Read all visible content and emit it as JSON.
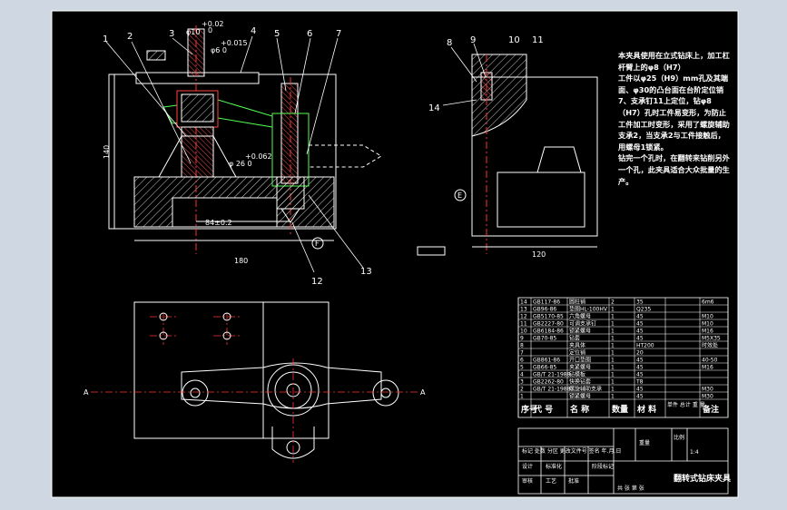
{
  "drawing": {
    "part_numbers_top": [
      "1",
      "2",
      "3",
      "4",
      "5",
      "6",
      "7"
    ],
    "part_numbers_right": [
      "8",
      "9",
      "10",
      "11"
    ],
    "part_numbers_bottom": [
      "12",
      "13"
    ],
    "part_number_left": "14",
    "dims": {
      "tol_top": "+0.02",
      "tol_top_zero": "0",
      "phi10": "φ10",
      "tol_015": "+0.015",
      "phi6_zero": "φ6 0",
      "height_140": "140",
      "tol_062": "+0.062",
      "phi26": "φ 26 0",
      "dim_84": "84±0.2",
      "dim_180": "180",
      "dim_120": "120",
      "datum_e": "E",
      "datum_f": "F",
      "section_a_left": "A",
      "section_a_right": "A"
    },
    "note_text": "本夹具使用在立式钻床上，加工杠杆臂上的φ8（H7）\n工件以φ25（H9）mm孔及其端面、φ30的凸台面在台阶定位销7、支承钉11上定位，钻φ8（H7）孔时工件易变形，为防止工件加工时变形，采用了螺旋辅助支承2，当支承2与工件接触后，用螺母1锁紧。\n钻完一个孔时，在翻转来钻削另外一个孔，此夹具适合大众批量的生产。"
  },
  "bom": {
    "rows": [
      {
        "no": "14",
        "code": "GB117-86",
        "name": "圆柱销",
        "qty": "2",
        "mat": "35",
        "note": "6m6"
      },
      {
        "no": "13",
        "code": "GB96-86",
        "name": "垫圈HL-100HV",
        "qty": "1",
        "mat": "Q235",
        "note": ""
      },
      {
        "no": "12",
        "code": "GB5170-85",
        "name": "六角螺母",
        "qty": "1",
        "mat": "45",
        "note": "M10"
      },
      {
        "no": "11",
        "code": "GB2227-80",
        "name": "可调支承钉",
        "qty": "1",
        "mat": "45",
        "note": "M10"
      },
      {
        "no": "10",
        "code": "GB6184-86",
        "name": "锁紧螺母",
        "qty": "1",
        "mat": "45",
        "note": "M16"
      },
      {
        "no": "9",
        "code": "GB70-85",
        "name": "钻套",
        "qty": "1",
        "mat": "45",
        "note": "M5X35"
      },
      {
        "no": "8",
        "code": "",
        "name": "夹具体",
        "qty": "1",
        "mat": "HT200",
        "note": "时效处"
      },
      {
        "no": "7",
        "code": "",
        "name": "定位销",
        "qty": "1",
        "mat": "20",
        "note": ""
      },
      {
        "no": "6",
        "code": "GB861-86",
        "name": "开口垫圈",
        "qty": "1",
        "mat": "45",
        "note": "40-50"
      },
      {
        "no": "5",
        "code": "GB66-85",
        "name": "夹紧螺母",
        "qty": "1",
        "mat": "45",
        "note": "M16"
      },
      {
        "no": "4",
        "code": "GB/T 21-1988",
        "name": "钻模板",
        "qty": "1",
        "mat": "45",
        "note": ""
      },
      {
        "no": "3",
        "code": "GB2262-80",
        "name": "快换钻套",
        "qty": "1",
        "mat": "T8",
        "note": ""
      },
      {
        "no": "2",
        "code": "GB/T 21-1988",
        "name": "螺旋辅助支承",
        "qty": "1",
        "mat": "45",
        "note": "M30"
      },
      {
        "no": "1",
        "code": "",
        "name": "锁紧螺母",
        "qty": "1",
        "mat": "45",
        "note": "M30"
      }
    ],
    "header": {
      "no": "序号",
      "code": "代  号",
      "name": "名  称",
      "qty": "数量",
      "mat": "材  料",
      "weight": "单件 总计\n重  量",
      "note": "备注"
    },
    "title_block": {
      "title": "翻转式钻床夹具",
      "scale_label": "比例",
      "scale_value": "1:4",
      "row1": "标记 处数 分区 更改文件号 签名 年.月.日",
      "design": "设计",
      "check": "审核",
      "process": "工艺",
      "approve": "批准",
      "std": "标准化",
      "stage": "阶段标记",
      "weight": "重量",
      "sheet": "共 张 第 张"
    }
  }
}
